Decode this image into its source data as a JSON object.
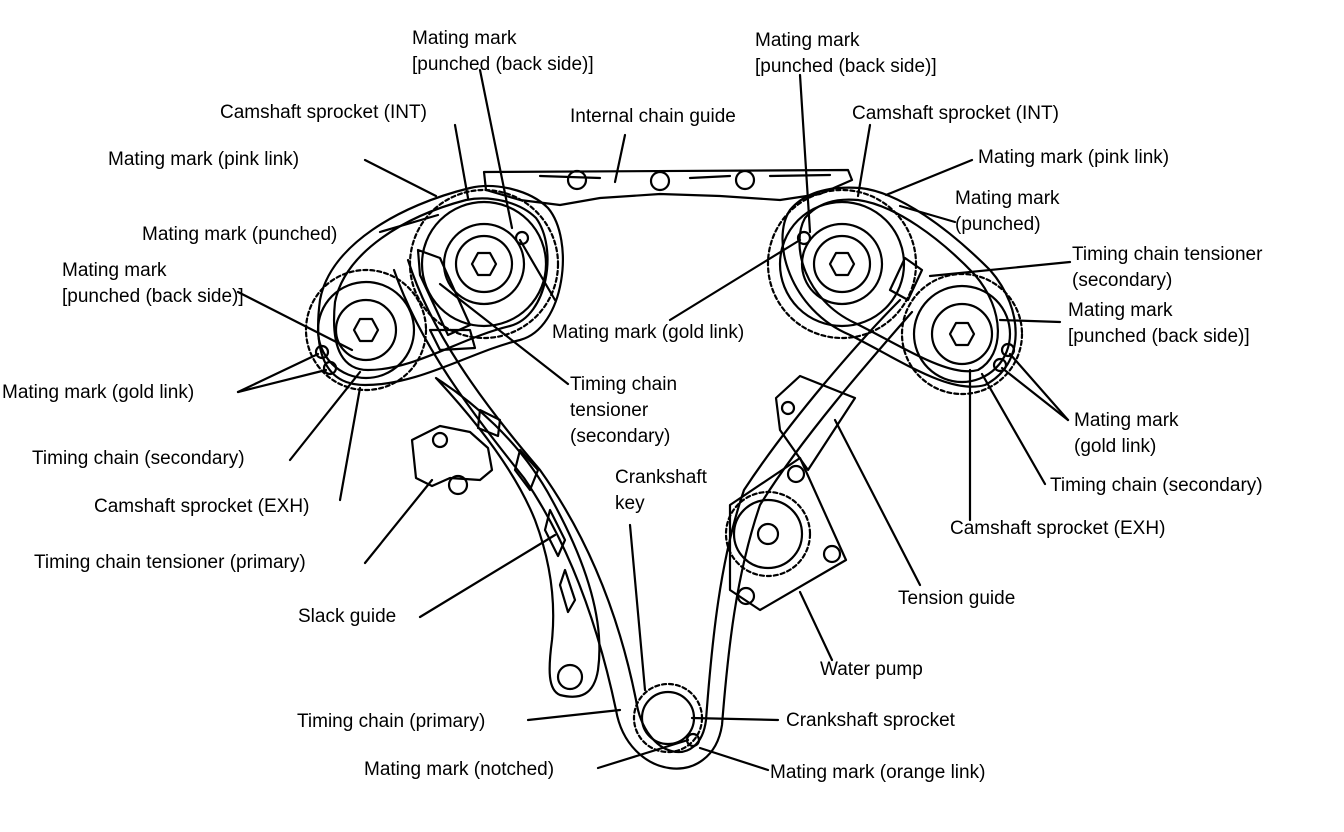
{
  "labels": {
    "mm_back_left": [
      "Mating mark",
      "[punched (back side)]"
    ],
    "mm_back_right": [
      "Mating mark",
      "[punched (back side)]"
    ],
    "cam_int_left": "Camshaft sprocket (INT)",
    "internal_guide": "Internal chain guide",
    "cam_int_right": "Camshaft sprocket (INT)",
    "mm_pink_left": "Mating mark (pink link)",
    "mm_pink_right": "Mating mark (pink link)",
    "mm_punched_left": "Mating mark (punched)",
    "mm_punched_right": [
      "Mating mark",
      "(punched)"
    ],
    "tensioner_sec_right": [
      "Timing chain tensioner",
      "(secondary)"
    ],
    "mm_back_exh_left": [
      "Mating mark",
      "[punched (back side)]"
    ],
    "mm_back_exh_right": [
      "Mating mark",
      "[punched (back side)]"
    ],
    "mm_gold_center": "Mating mark (gold link)",
    "mm_gold_left": "Mating mark (gold link)",
    "mm_gold_right": [
      "Mating mark",
      "(gold link)"
    ],
    "tensioner_sec_center": [
      "Timing chain",
      "tensioner",
      "(secondary)"
    ],
    "chain_sec_left": "Timing chain (secondary)",
    "chain_sec_right": "Timing chain (secondary)",
    "cam_exh_left": "Camshaft sprocket (EXH)",
    "cam_exh_right": "Camshaft sprocket (EXH)",
    "crank_key": [
      "Crankshaft",
      "key"
    ],
    "tensioner_primary": "Timing chain tensioner (primary)",
    "slack_guide": "Slack guide",
    "tension_guide": "Tension guide",
    "water_pump": "Water pump",
    "chain_primary": "Timing chain (primary)",
    "crank_sprocket": "Crankshaft sprocket",
    "mm_notched": "Mating mark (notched)",
    "mm_orange": "Mating mark (orange link)"
  }
}
